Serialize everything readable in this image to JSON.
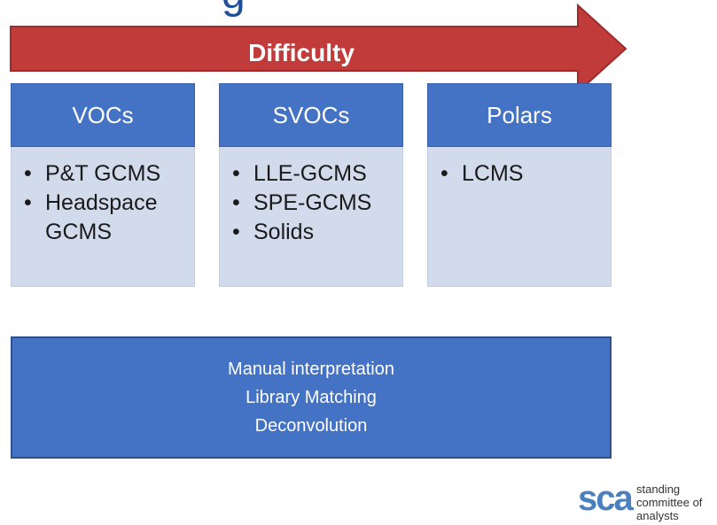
{
  "header": {
    "title_fragment": "g"
  },
  "arrow": {
    "label": "Difficulty"
  },
  "columns": [
    {
      "heading": "VOCs",
      "items": [
        "P&T GCMS",
        "Headspace GCMS"
      ]
    },
    {
      "heading": "SVOCs",
      "items": [
        "LLE-GCMS",
        "SPE-GCMS",
        "Solids"
      ]
    },
    {
      "heading": "Polars",
      "items": [
        "LCMS"
      ]
    }
  ],
  "bottom_box": {
    "lines": [
      "Manual interpretation",
      "Library Matching",
      "Deconvolution"
    ]
  },
  "logo": {
    "mark": "sca",
    "line1": "standing",
    "line2": "committee of",
    "line3": "analysts"
  },
  "colors": {
    "arrow": "#c0392b",
    "header_fill": "#4472c4",
    "body_fill": "#d2dbec"
  }
}
